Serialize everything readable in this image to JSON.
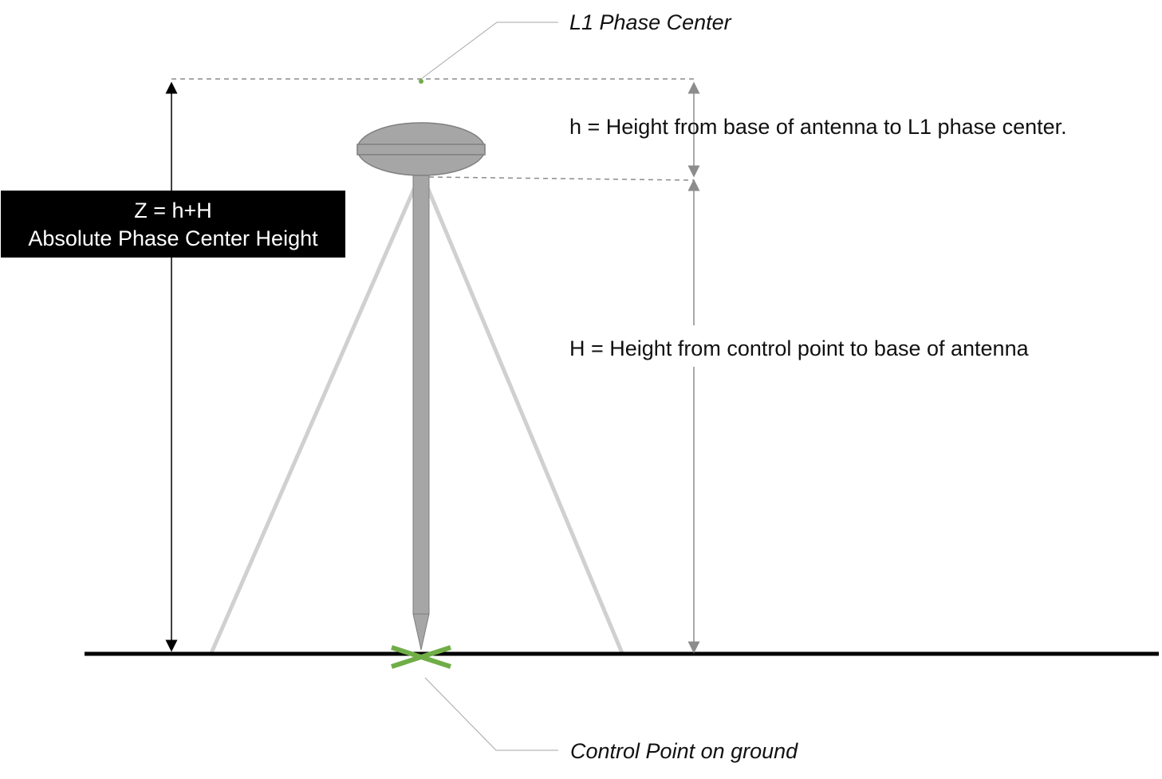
{
  "labels": {
    "l1_phase_center": "L1 Phase Center",
    "h_definition": "h = Height from base of antenna to L1 phase center.",
    "H_definition": "H = Height from control point to base of antenna",
    "control_point": "Control Point on ground",
    "z_formula": "Z = h+H",
    "z_caption": "Absolute Phase Center Height"
  },
  "colors": {
    "ground": "#000000",
    "tripod_leg": "#d0d0d0",
    "pole": "#a6a6a6",
    "antenna": "#a6a6a6",
    "marker": "#70ad47",
    "dimension": "#8c8c8c",
    "z_box_bg": "#000000",
    "z_box_text": "#ffffff"
  }
}
